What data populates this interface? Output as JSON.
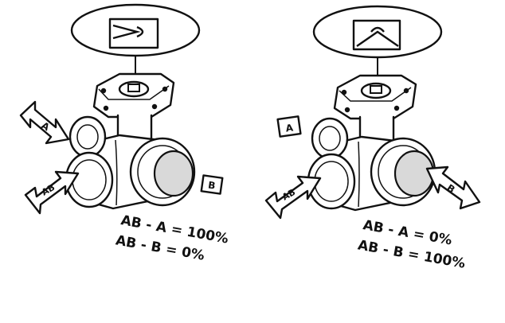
{
  "valves": [
    {
      "labels": {
        "a": "A",
        "ab": "AB",
        "b": "B"
      },
      "lines": [
        "AB - A = 100%",
        "AB - B = 0%"
      ]
    },
    {
      "labels": {
        "a": "A",
        "ab": "AB",
        "b": "B"
      },
      "lines": [
        "AB - A = 0%",
        "AB - B = 100%"
      ]
    }
  ]
}
